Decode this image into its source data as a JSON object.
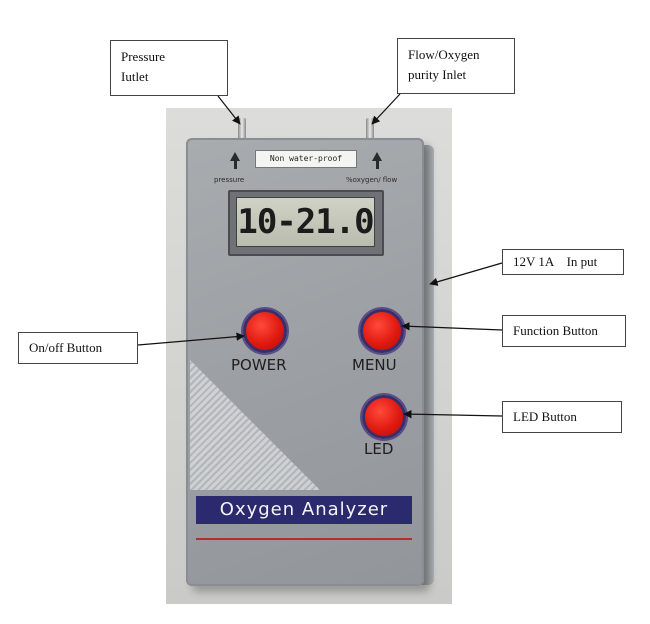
{
  "device": {
    "tag": "Non water-proof",
    "port_left_label": "pressure",
    "port_right_label": "%oxygen/ flow",
    "display_reading": "10-21.0",
    "buttons": {
      "power": "POWER",
      "menu": "MENU",
      "led": "LED"
    },
    "brand": "Oxygen Analyzer"
  },
  "callouts": {
    "pressure": [
      "Pressure",
      "Iutlet"
    ],
    "flow": [
      "Flow/Oxygen",
      "purity Inlet"
    ],
    "input": "12V 1A    In put",
    "function": "Function Button",
    "onoff": "On/off Button",
    "led": "LED Button"
  },
  "colors": {
    "button_red": "#e01a10",
    "brand_bar": "#2c2a6e",
    "device_body": "#9ca0a4"
  }
}
